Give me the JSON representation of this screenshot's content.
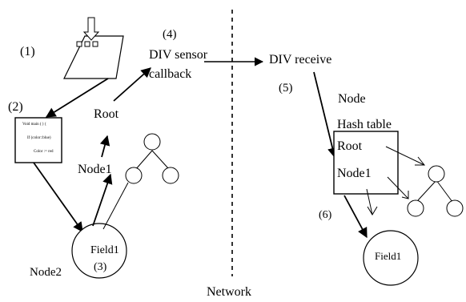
{
  "step_labels": {
    "s1": "(1)",
    "s2": "(2)",
    "s3": "(3)",
    "s4": "(4)",
    "s5": "(5)",
    "s6": "(6)"
  },
  "left": {
    "code_lines": [
      "Void main ( ) {",
      "If (color::blue)",
      "Color := red"
    ],
    "div_sensor": "DIV  sensor",
    "callback": "callback",
    "root": "Root",
    "node1": "Node1",
    "field1": "Field1",
    "node2": "Node2"
  },
  "divider_label": "Network",
  "right": {
    "div_receive": "DIV receive",
    "node": "Node",
    "hash_table": "Hash table",
    "root": "Root",
    "node1": "Node1",
    "field1": "Field1"
  }
}
